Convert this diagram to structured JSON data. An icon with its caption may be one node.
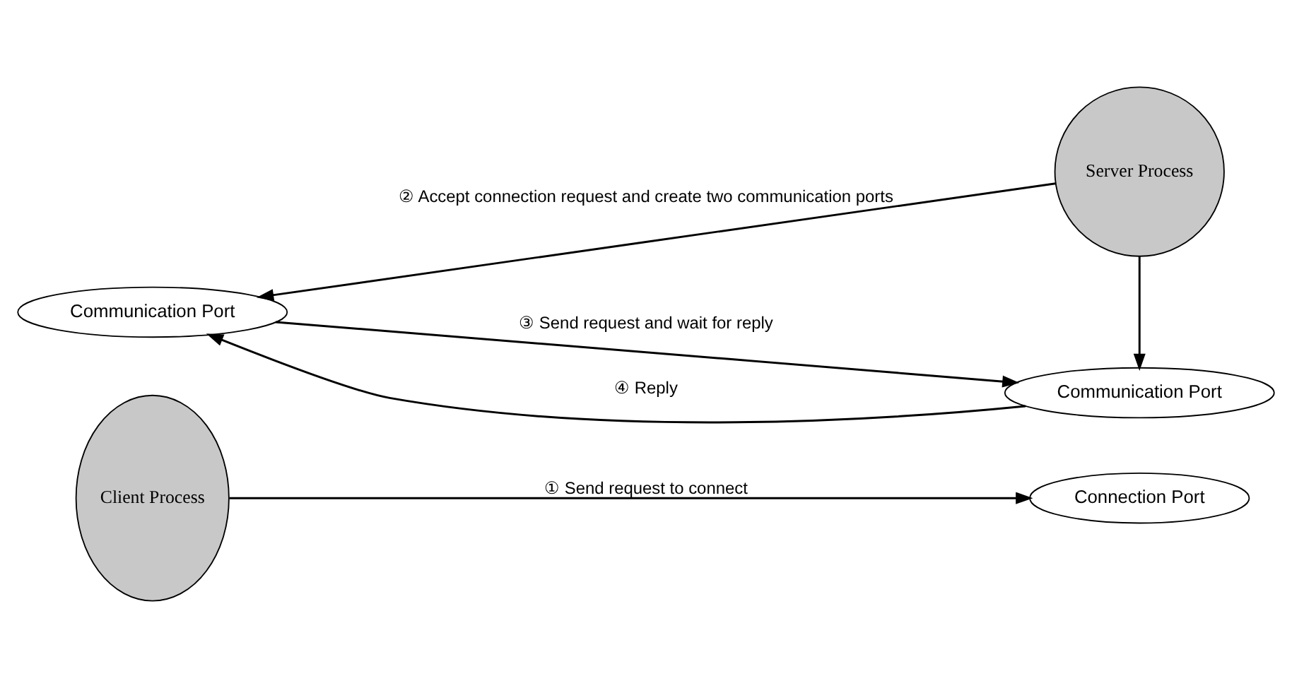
{
  "diagram": {
    "nodes": [
      {
        "text": [
          "Client Process"
        ]
      },
      {
        "text": [
          "Connection Port"
        ]
      },
      {
        "text": [
          "Server Process"
        ]
      },
      {
        "text": [
          "Communication Port"
        ]
      },
      {
        "text": [
          "Communication Port"
        ]
      }
    ],
    "edges": [
      {
        "from": 0,
        "to": 1,
        "arrow": "to",
        "label": "① Send request to connect"
      },
      {
        "from": 2,
        "to": 3,
        "arrow": "to",
        "label": "② Accept connection request and create two communication ports"
      },
      {
        "from": 2,
        "to": 4,
        "arrow": "to"
      },
      {
        "from": 3,
        "to": 4,
        "arrow": "to",
        "label": "③ Send request and wait for reply"
      },
      {
        "from": 4,
        "to": 3,
        "arrow": "to",
        "label": "④ Reply"
      }
    ]
  }
}
